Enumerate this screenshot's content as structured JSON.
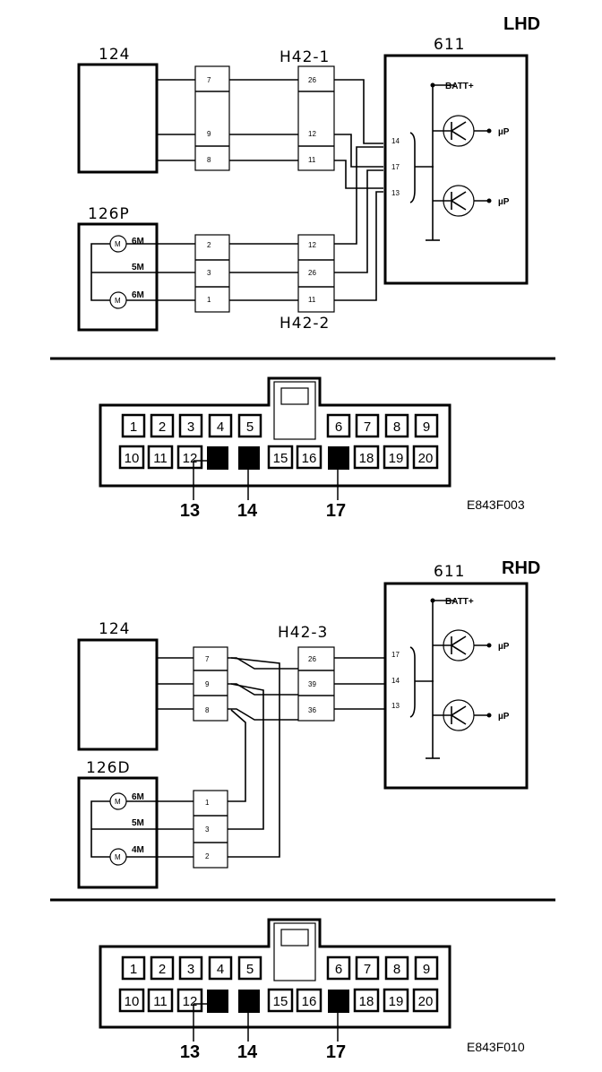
{
  "lhd": {
    "title": "LHD",
    "unit_124": "124",
    "unit_126": "126P",
    "h1": "H42-1",
    "h2": "H42-2",
    "ecu": "611",
    "batt": "BATT+",
    "up1": "µP",
    "up2": "µP",
    "ecu_pins": [
      "14",
      "17",
      "13"
    ],
    "left_pins": [
      "7",
      "9",
      "8"
    ],
    "h1_pins": [
      "26",
      "12",
      "11"
    ],
    "h2_pins": [
      "12",
      "26",
      "11"
    ],
    "c126_pins": [
      "2",
      "3",
      "1"
    ],
    "motors": [
      "6M",
      "5M",
      "6M"
    ],
    "connector_top": [
      "1",
      "2",
      "3",
      "4",
      "5",
      "6",
      "7",
      "8",
      "9"
    ],
    "connector_bottom": [
      "10",
      "11",
      "12",
      "15",
      "16",
      "18",
      "19",
      "20"
    ],
    "callouts": [
      "13",
      "14",
      "17"
    ],
    "code": "E843F003"
  },
  "rhd": {
    "title": "RHD",
    "unit_124": "124",
    "unit_126": "126D",
    "h3": "H42-3",
    "ecu": "611",
    "batt": "BATT+",
    "up1": "µP",
    "up2": "µP",
    "ecu_pins": [
      "17",
      "14",
      "13"
    ],
    "left_pins": [
      "7",
      "9",
      "8"
    ],
    "h3_pins": [
      "26",
      "39",
      "36"
    ],
    "c126_pins": [
      "1",
      "3",
      "2"
    ],
    "motors": [
      "6M",
      "5M",
      "4M"
    ],
    "connector_top": [
      "1",
      "2",
      "3",
      "4",
      "5",
      "6",
      "7",
      "8",
      "9"
    ],
    "connector_bottom": [
      "10",
      "11",
      "12",
      "15",
      "16",
      "18",
      "19",
      "20"
    ],
    "callouts": [
      "13",
      "14",
      "17"
    ],
    "code": "E843F010"
  }
}
